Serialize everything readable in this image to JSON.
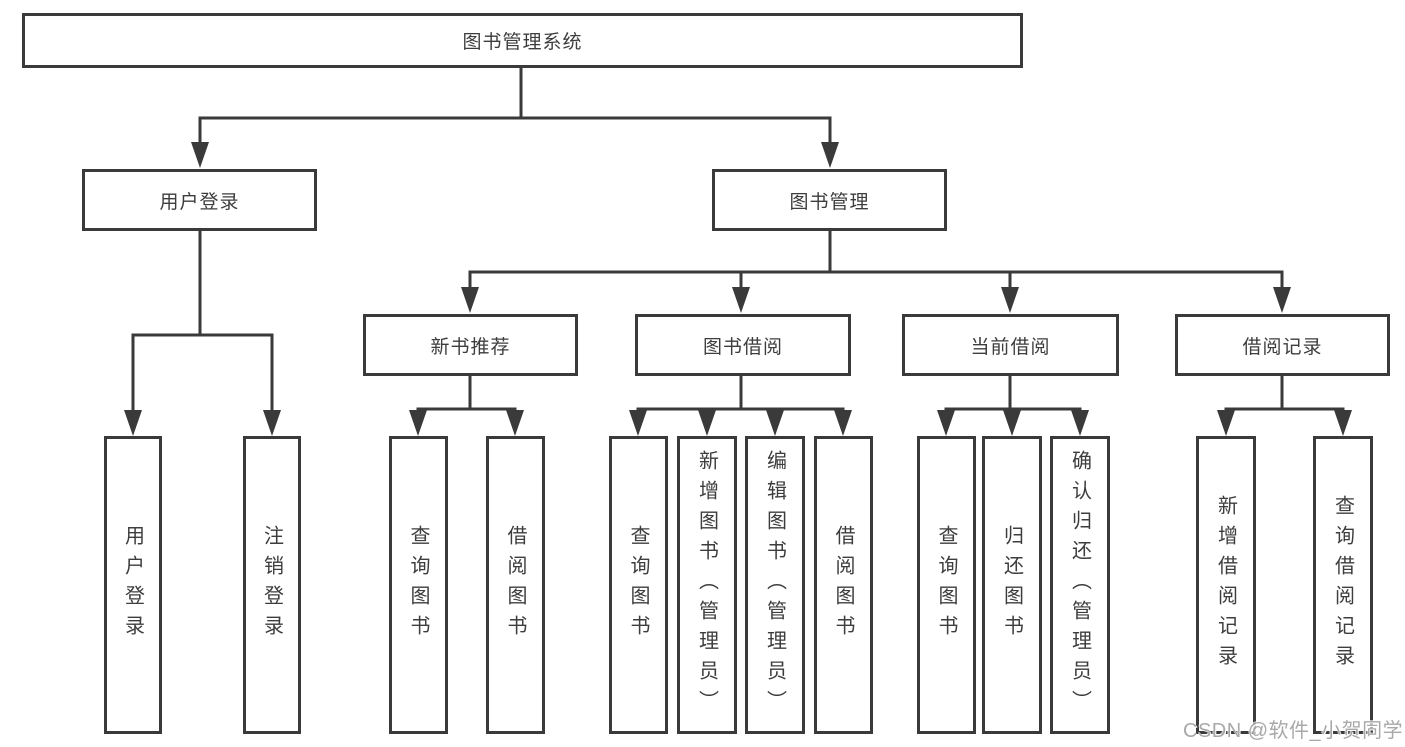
{
  "diagram_type": "hierarchy-flowchart",
  "nodes": {
    "root": {
      "label": "图书管理系统"
    },
    "user_login": {
      "label": "用户登录"
    },
    "book_mgmt": {
      "label": "图书管理"
    },
    "new_books": {
      "label": "新书推荐"
    },
    "book_borrow": {
      "label": "图书借阅"
    },
    "current_borrow": {
      "label": "当前借阅"
    },
    "borrow_records": {
      "label": "借阅记录"
    },
    "leaf_user_login": {
      "label": "用户登录"
    },
    "leaf_logout": {
      "label": "注销登录"
    },
    "leaf_nb_query": {
      "label": "查询图书"
    },
    "leaf_nb_borrow": {
      "label": "借阅图书"
    },
    "leaf_bb_query": {
      "label": "查询图书"
    },
    "leaf_bb_add": {
      "label": "新增图书（管理员）"
    },
    "leaf_bb_edit": {
      "label": "编辑图书（管理员）"
    },
    "leaf_bb_borrow": {
      "label": "借阅图书"
    },
    "leaf_cb_query": {
      "label": "查询图书"
    },
    "leaf_cb_return": {
      "label": "归还图书"
    },
    "leaf_cb_confirm": {
      "label": "确认归还（管理员）"
    },
    "leaf_br_add": {
      "label": "新增借阅记录"
    },
    "leaf_br_query": {
      "label": "查询借阅记录"
    }
  },
  "hierarchy": {
    "图书管理系统": {
      "用户登录": [
        "用户登录",
        "注销登录"
      ],
      "图书管理": {
        "新书推荐": [
          "查询图书",
          "借阅图书"
        ],
        "图书借阅": [
          "查询图书",
          "新增图书（管理员）",
          "编辑图书（管理员）",
          "借阅图书"
        ],
        "当前借阅": [
          "查询图书",
          "归还图书",
          "确认归还（管理员）"
        ],
        "借阅记录": [
          "新增借阅记录",
          "查询借阅记录"
        ]
      }
    }
  },
  "watermark": {
    "text": "CSDN @软件_小贺同学"
  },
  "colors": {
    "line": "#3a3a3a",
    "text": "#3d3d3d",
    "background": "#ffffff",
    "watermark": "#a9a9a9"
  }
}
